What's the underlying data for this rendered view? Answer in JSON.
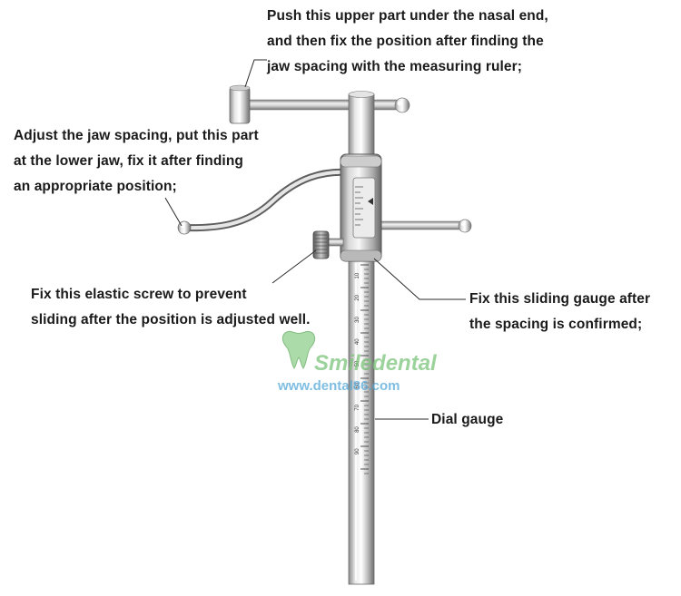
{
  "annotations": {
    "upper_part": {
      "lines": [
        "Push this upper part under the nasal end,",
        "and then fix the position after finding the",
        "jaw spacing with the measuring ruler;"
      ]
    },
    "lower_jaw_part": {
      "lines": [
        "Adjust the jaw spacing, put this part",
        "at the lower jaw, fix it after finding",
        "an appropriate position;"
      ]
    },
    "elastic_screw": {
      "lines": [
        "Fix this elastic screw to prevent",
        "sliding after the position is adjusted well."
      ]
    },
    "sliding_gauge": {
      "lines": [
        "Fix this sliding gauge after",
        "the spacing is confirmed;"
      ]
    },
    "dial_gauge": {
      "lines": [
        "Dial gauge"
      ]
    }
  },
  "watermark": {
    "brand": "Smiledental",
    "url": "www.dental86.com"
  },
  "ruler_ticks": [
    "10",
    "20",
    "30",
    "40",
    "50",
    "60",
    "70",
    "80",
    "90"
  ],
  "colors": {
    "metal_light": "#f4f4f4",
    "metal_mid": "#b8b8b8",
    "metal_dark": "#6f6f6f",
    "watermark_green": "#7cc47a",
    "watermark_blue": "#55a8d8",
    "leader_line": "#2a2a2a"
  }
}
